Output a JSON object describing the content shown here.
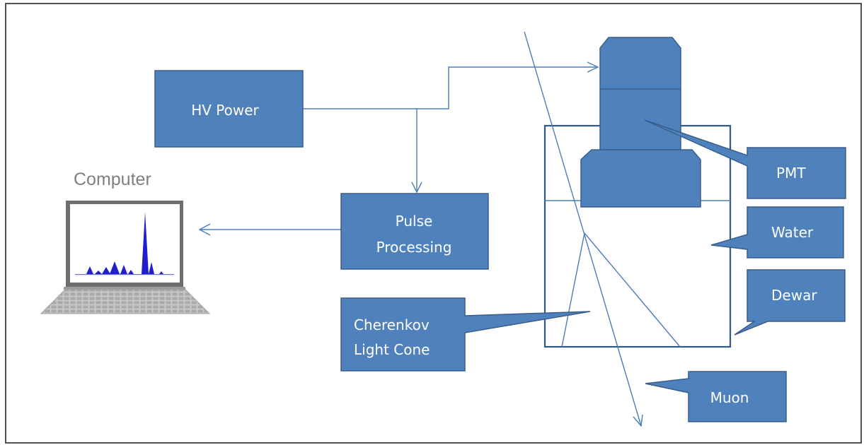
{
  "labels": {
    "hv_power": "HV Power",
    "pulse_processing_line1": "Pulse",
    "pulse_processing_line2": "Processing",
    "computer": "Computer",
    "pmt": "PMT",
    "water": "Water",
    "dewar": "Dewar",
    "cherenkov_line1": "Cherenkov",
    "cherenkov_line2": "Light Cone",
    "muon": "Muon"
  },
  "colors": {
    "box_fill": "#4f81bd",
    "box_stroke": "#385d8a",
    "line": "#4a7ebb",
    "spectrum": "#1f1fd0",
    "frame": "#1a1a1a",
    "monitor_outer": "#6e6e6e",
    "keyboard": "#b8b8b8"
  }
}
